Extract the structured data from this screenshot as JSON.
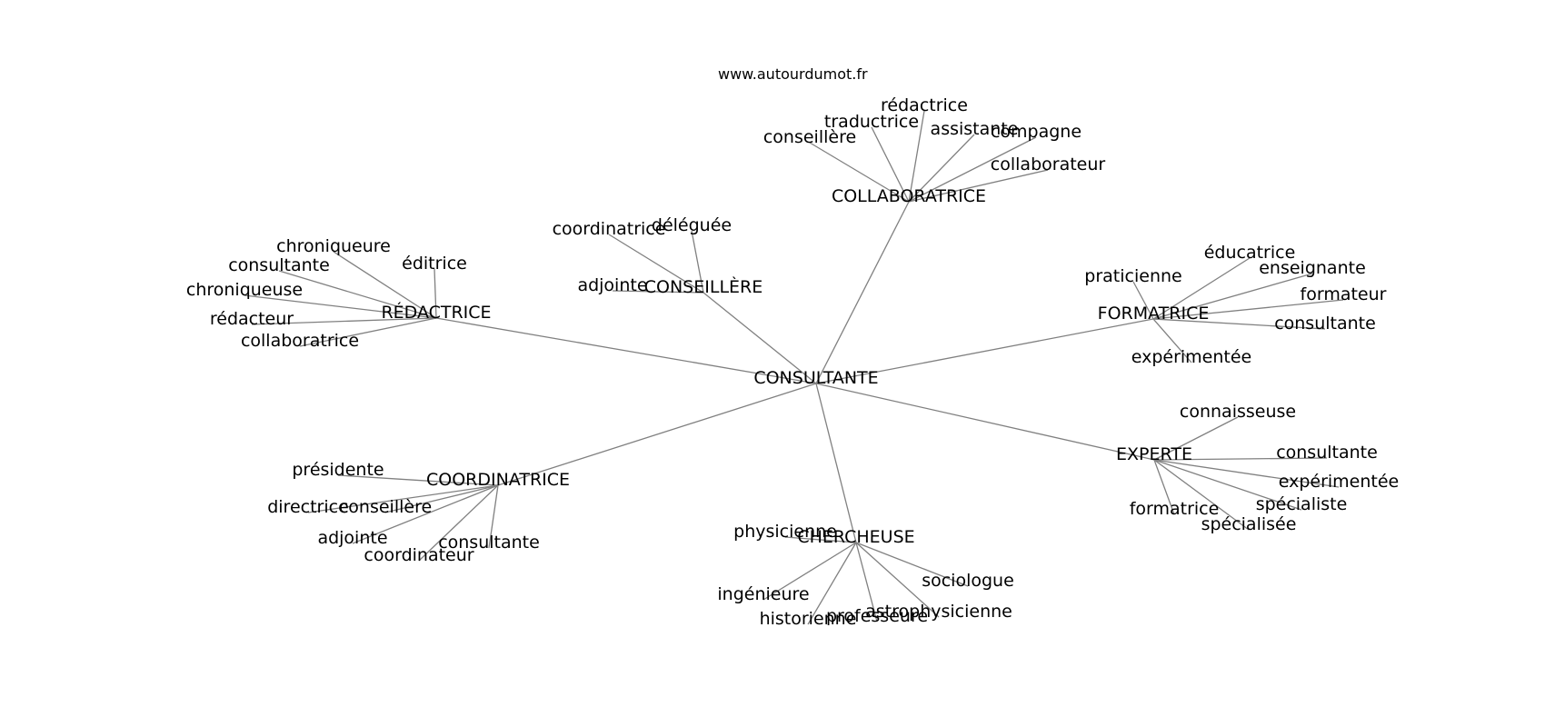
{
  "site": "www.autourdumot.fr",
  "center": "CONSULTANTE",
  "clusters": [
    {
      "hub": "COLLABORATRICE",
      "leaves": [
        "rédactrice",
        "traductrice",
        "assistante",
        "compagne",
        "conseillère",
        "collaborateur"
      ]
    },
    {
      "hub": "CONSEILLÈRE",
      "leaves": [
        "coordinatrice",
        "déléguée",
        "adjointe"
      ]
    },
    {
      "hub": "RÉDACTRICE",
      "leaves": [
        "chroniqueure",
        "consultante",
        "éditrice",
        "chroniqueuse",
        "rédacteur",
        "collaboratrice"
      ]
    },
    {
      "hub": "FORMATRICE",
      "leaves": [
        "éducatrice",
        "enseignante",
        "praticienne",
        "formateur",
        "consultante",
        "expérimentée"
      ]
    },
    {
      "hub": "EXPERTE",
      "leaves": [
        "connaisseuse",
        "consultante",
        "expérimentée",
        "spécialiste",
        "formatrice",
        "spécialisée"
      ]
    },
    {
      "hub": "COORDINATRICE",
      "leaves": [
        "présidente",
        "directrice",
        "conseillère",
        "adjointe",
        "consultante",
        "coordinateur"
      ]
    },
    {
      "hub": "CHERCHEUSE",
      "leaves": [
        "physicienne",
        "ingénieure",
        "sociologue",
        "astrophysicienne",
        "historienne",
        "professeure"
      ]
    }
  ]
}
